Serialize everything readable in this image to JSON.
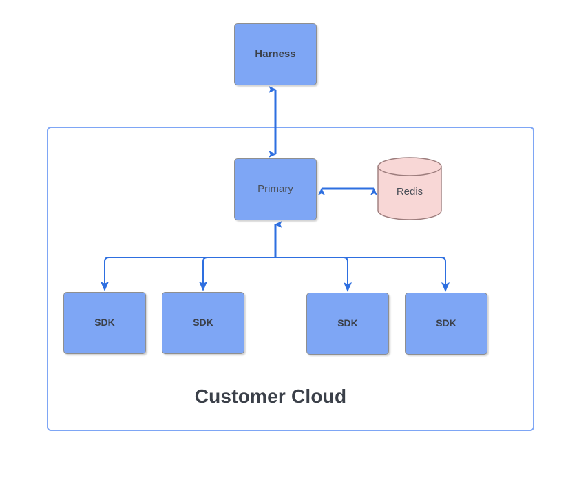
{
  "diagram": {
    "title": "Customer Cloud",
    "colors": {
      "node_fill": "#7EA6F5",
      "node_stroke": "#8f8f8f",
      "db_fill": "#F8D7D6",
      "db_stroke": "#9C7C7C",
      "edge": "#2E6FE0",
      "container_border": "#7EA6F5",
      "text": "#3b4049"
    },
    "nodes": {
      "harness": {
        "label": "Harness",
        "shape": "rounded-rect"
      },
      "primary": {
        "label": "Primary",
        "shape": "rounded-rect"
      },
      "redis": {
        "label": "Redis",
        "shape": "cylinder"
      },
      "sdks": [
        {
          "label": "SDK"
        },
        {
          "label": "SDK"
        },
        {
          "label": "SDK"
        },
        {
          "label": "SDK"
        }
      ]
    },
    "container": {
      "label": "Customer Cloud"
    },
    "edges": [
      {
        "from": "harness",
        "to": "primary",
        "direction": "bidirectional",
        "style": "straight"
      },
      {
        "from": "primary",
        "to": "redis",
        "direction": "bidirectional",
        "style": "straight"
      },
      {
        "from": "sdk-1",
        "to": "primary",
        "direction": "both-ends",
        "style": "orthogonal"
      },
      {
        "from": "sdk-2",
        "to": "primary",
        "direction": "both-ends",
        "style": "orthogonal"
      },
      {
        "from": "sdk-3",
        "to": "primary",
        "direction": "both-ends",
        "style": "orthogonal"
      },
      {
        "from": "sdk-4",
        "to": "primary",
        "direction": "both-ends",
        "style": "orthogonal"
      }
    ]
  }
}
